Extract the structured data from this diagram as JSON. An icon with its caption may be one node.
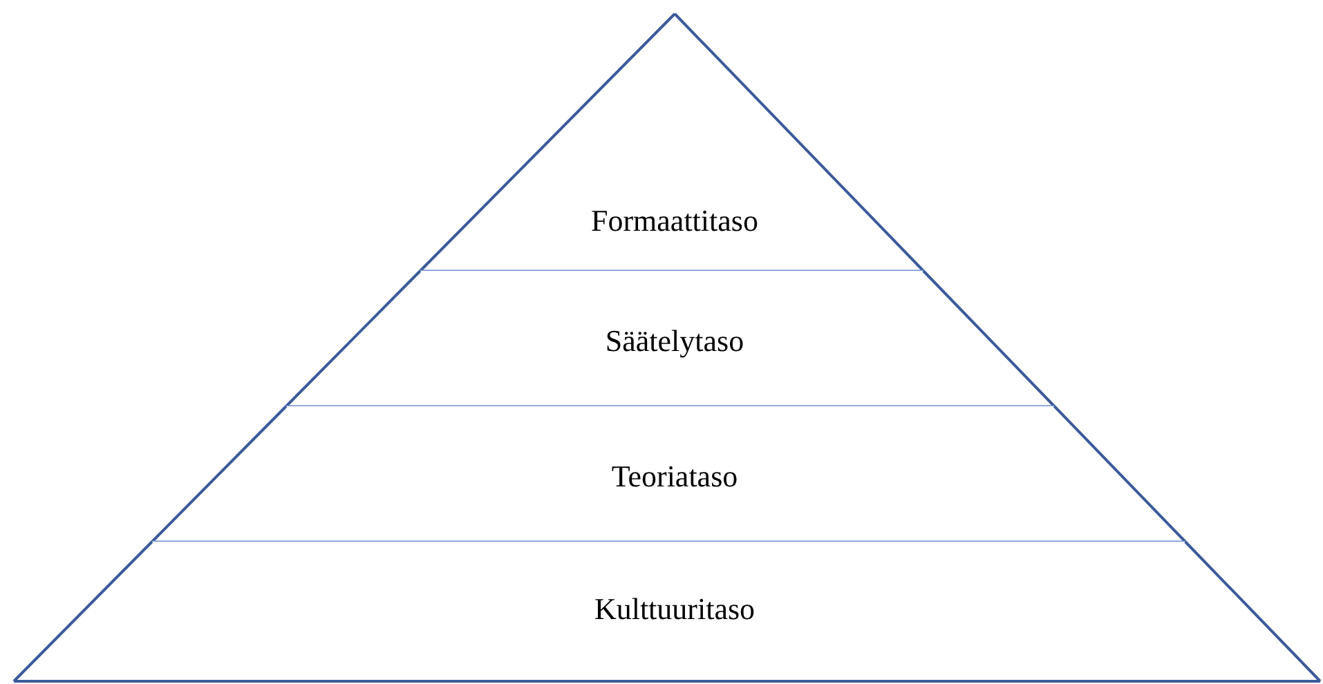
{
  "diagram": {
    "nodes": [
      {
        "text": [
          "Formaattitaso"
        ]
      },
      {
        "text": [
          "Säätelytaso"
        ]
      },
      {
        "text": [
          "Teoriataso"
        ]
      },
      {
        "text": [
          "Kulttuuritaso"
        ]
      }
    ]
  }
}
